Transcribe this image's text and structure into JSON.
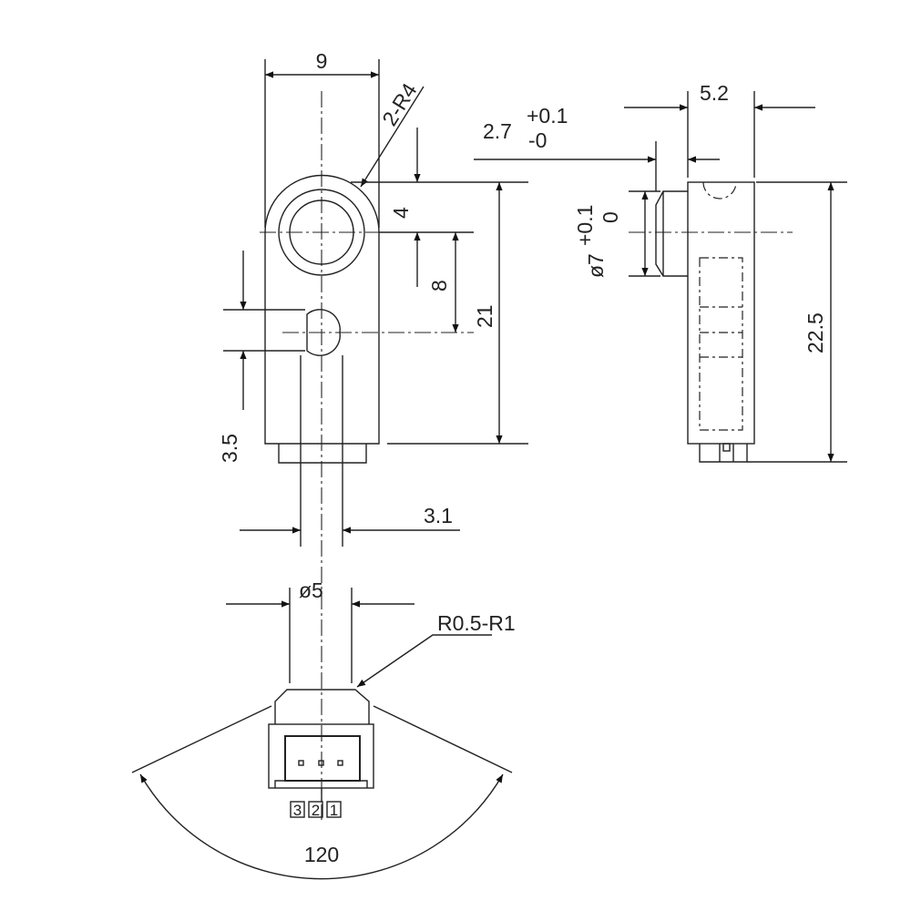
{
  "dimensions": {
    "width_9": "9",
    "radius_2r4": "2-R4",
    "dim_4": "4",
    "dim_8": "8",
    "dim_21": "21",
    "dim_3_5": "3.5",
    "dim_3_1": "3.1",
    "dia_5": "ø5",
    "radius_r05_r1": "R0.5-R1",
    "angle_120": "120",
    "dim_5_2": "5.2",
    "dim_2_7": {
      "nominal": "2.7",
      "upper": "+0.1",
      "lower": "-0"
    },
    "dia_7": {
      "nominal": "ø7",
      "upper": "+0.1",
      "lower": "0"
    },
    "dim_22_5": "22.5"
  },
  "pins": [
    "3",
    "2",
    "1"
  ]
}
